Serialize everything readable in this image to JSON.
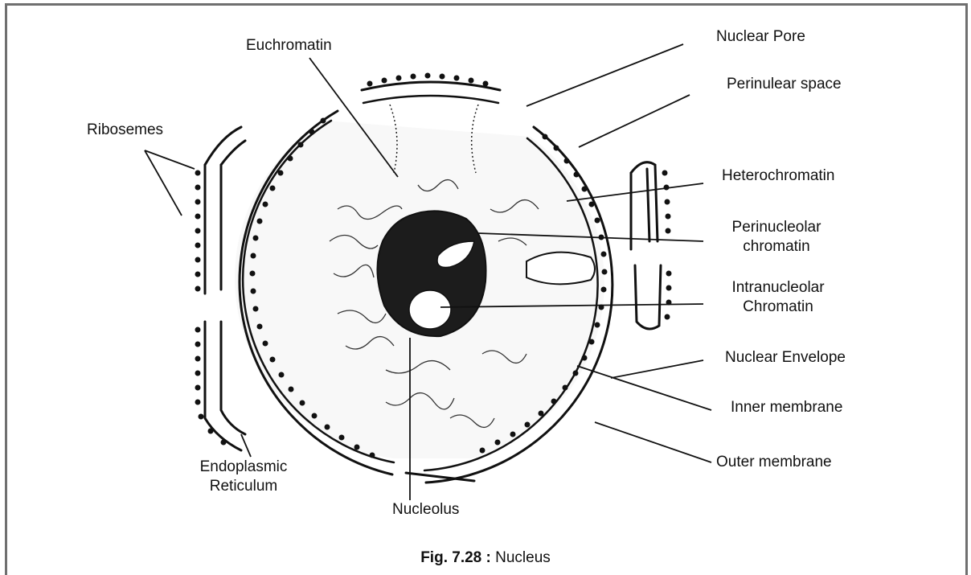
{
  "labels": {
    "euchromatin": "Euchromatin",
    "nuclear_pore": "Nuclear Pore",
    "perinuclear_space": "Perinulear space",
    "ribosomes": "Ribosemes",
    "heterochromatin": "Heterochromatin",
    "perinucleolar_chromatin_1": "Perinucleolar",
    "perinucleolar_chromatin_2": "chromatin",
    "intranucleolar_chromatin_1": "Intranucleolar",
    "intranucleolar_chromatin_2": "Chromatin",
    "nuclear_envelope": "Nuclear Envelope",
    "inner_membrane": "Inner membrane",
    "outer_membrane": "Outer membrane",
    "endoplasmic_reticulum_1": "Endoplasmic",
    "endoplasmic_reticulum_2": "Reticulum",
    "nucleolus": "Nucleolus"
  },
  "caption": {
    "figure_number": "Fig. 7.28 :",
    "title": "Nucleus"
  }
}
